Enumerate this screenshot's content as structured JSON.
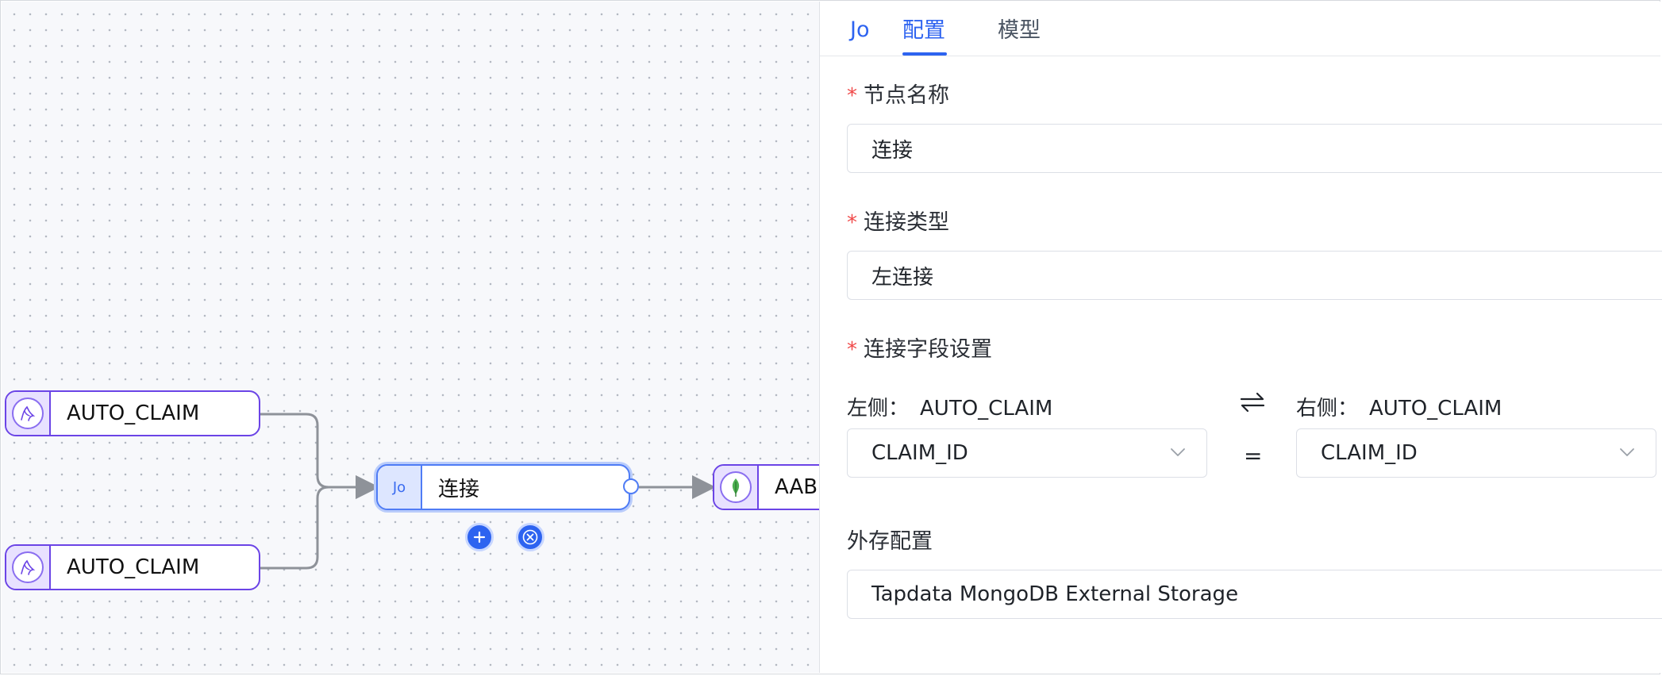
{
  "canvas": {
    "nodes": [
      {
        "id": "src1",
        "label": "AUTO_CLAIM",
        "icon": "mysql-icon"
      },
      {
        "id": "src2",
        "label": "AUTO_CLAIM",
        "icon": "mysql-icon"
      },
      {
        "id": "join",
        "label": "连接",
        "badge": "Jo"
      },
      {
        "id": "target",
        "label": "AABI",
        "icon": "mongodb-leaf-icon"
      }
    ],
    "actions": {
      "add": "+",
      "delete": "×"
    }
  },
  "panel": {
    "tabs": [
      {
        "label": "Jo"
      },
      {
        "label": "配置",
        "active": true
      },
      {
        "label": "模型"
      }
    ],
    "required_mark": "*",
    "node_name": {
      "label": "节点名称",
      "value": "连接"
    },
    "join_type": {
      "label": "连接类型",
      "value": "左连接"
    },
    "join_fields": {
      "label": "连接字段设置",
      "left": {
        "prefix": "左侧：",
        "table": "AUTO_CLAIM",
        "field": "CLAIM_ID"
      },
      "right": {
        "prefix": "右侧：",
        "table": "AUTO_CLAIM",
        "field": "CLAIM_ID"
      },
      "operator": "="
    },
    "external_storage": {
      "label": "外存配置",
      "value": "Tapdata MongoDB External Storage"
    }
  },
  "colors": {
    "accent": "#2d63f0",
    "node_border": "#6b44e6",
    "required": "#f04a4a"
  }
}
